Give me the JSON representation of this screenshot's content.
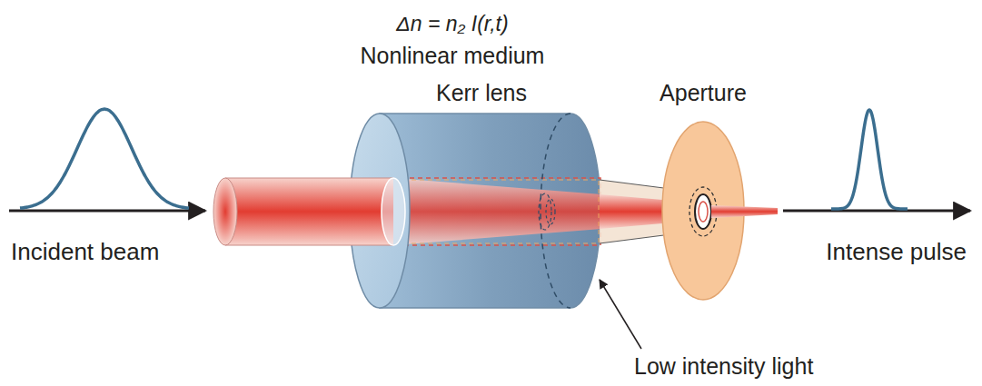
{
  "diagram": {
    "labels": [
      "Δn = n₂ I(r,t)",
      "Nonlinear medium",
      "Kerr lens",
      "Aperture",
      "Incident beam",
      "Intense pulse",
      "Low intensity light"
    ]
  }
}
